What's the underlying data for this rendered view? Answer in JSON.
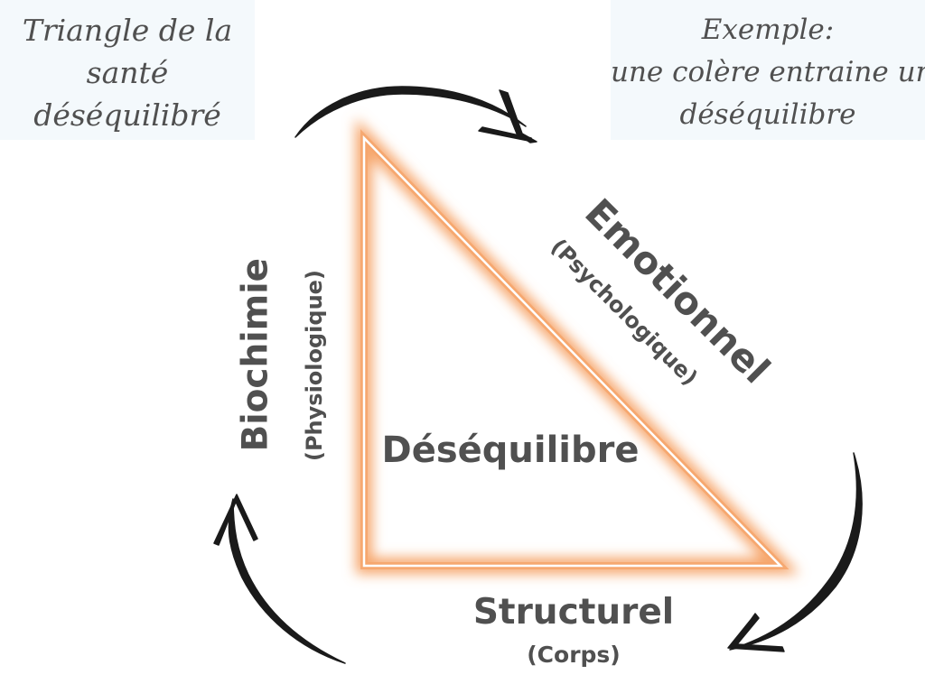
{
  "title_note": {
    "lines": [
      "Triangle de la",
      "santé",
      "déséquilibré"
    ]
  },
  "example_note": {
    "lines": [
      "Exemple:",
      "une colère entraine un",
      "déséquilibre"
    ]
  },
  "triangle": {
    "center_label": "Déséquilibre",
    "glow_color": "#f6a56b",
    "line_color": "#ffffff"
  },
  "sides": {
    "left": {
      "label": "Biochimie",
      "sub_label": "(Physiologique)"
    },
    "hypotenuse": {
      "label": "Emotionnel",
      "sub_label": "(Psychologique)"
    },
    "bottom": {
      "label": "Structurel",
      "sub_label": "(Corps)"
    }
  },
  "cycle_arrows": {
    "count": 3,
    "color": "#1a1a1a"
  },
  "colors": {
    "text": "#505050",
    "note_background": "#f4f9fc"
  }
}
